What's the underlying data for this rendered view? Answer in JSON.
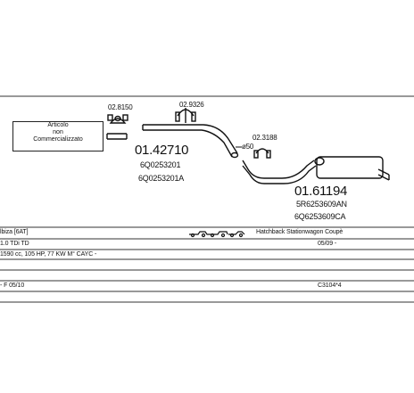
{
  "notice": {
    "lines": [
      "Articolo",
      "non",
      "Commercializzato"
    ]
  },
  "part_codes": {
    "clamp_left": "02.8150",
    "clamp_mid": "02.9326",
    "clamp_right": "02.3188",
    "pipe_dia": "ø50"
  },
  "front_pipe": {
    "code": "01.42710",
    "oem": [
      "6Q0253201",
      "6Q0253201A"
    ]
  },
  "rear_silencer": {
    "code": "01.61194",
    "oem": [
      "5R6253609AN",
      "6Q6253609CA"
    ]
  },
  "vehicle_table": {
    "model": "lbiza [6AT]",
    "body_types": "Hatchback Stationwagon Coupè",
    "from_date": "05/09 -",
    "engine": "1.0 TDi TD",
    "spec": "1590 cc, 105 HP, 77 KW M° CAYC -",
    "validity": "- F 05/10",
    "ref": "C3104*4"
  },
  "colors": {
    "line": "#222222",
    "background": "#ffffff"
  }
}
